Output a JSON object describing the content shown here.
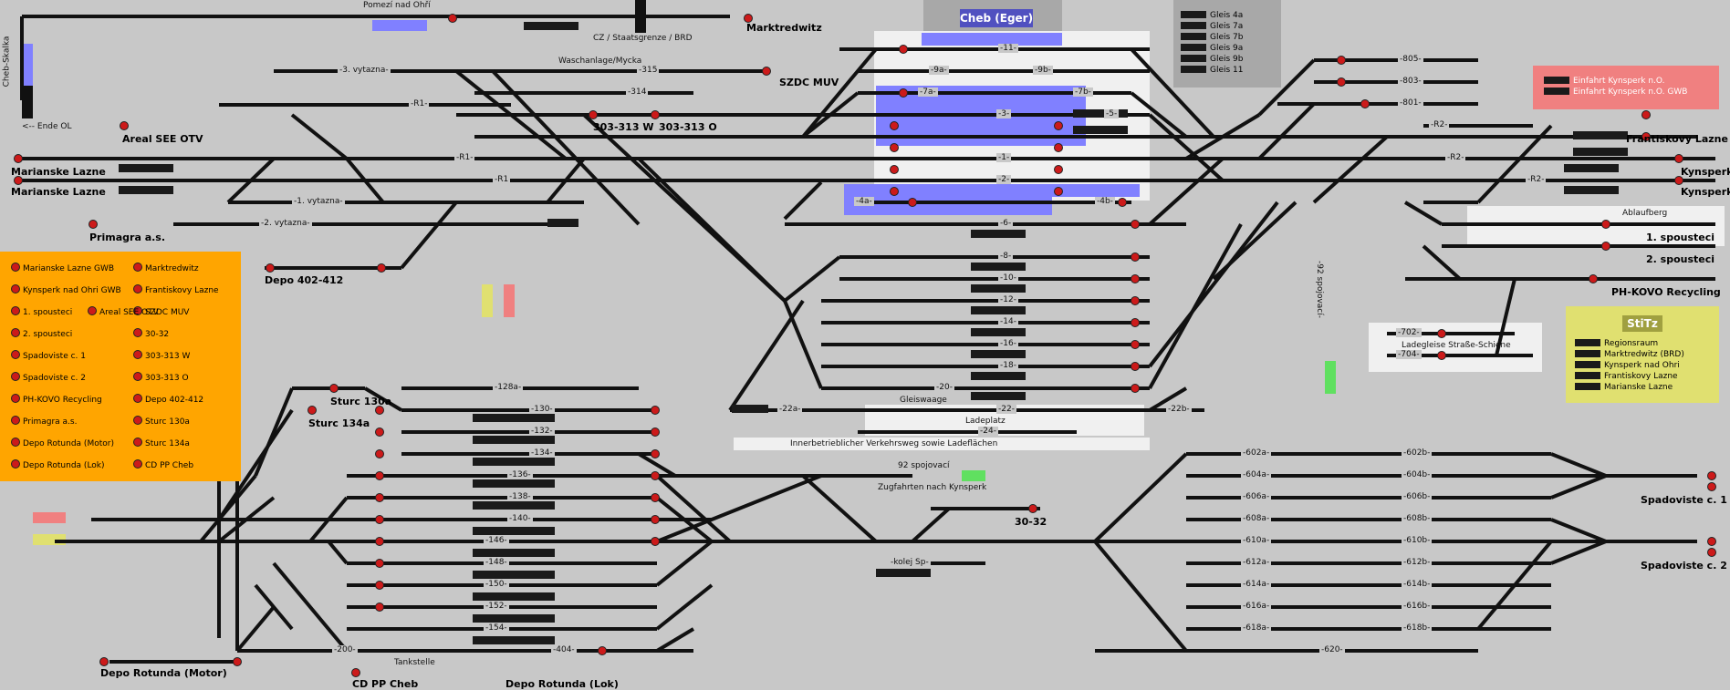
{
  "colors": {
    "background": "#c8c8c8",
    "track": "#111111",
    "signal_red": "#cc1a1a",
    "signal_green": "#1aa01a",
    "occupied": "#8080ff",
    "legend_orange": "#ffa500",
    "stitz_yellow": "#e0e070",
    "exit_pink": "#f08080",
    "route_green": "#60e060"
  },
  "station": {
    "title": "Cheb (Eger)"
  },
  "notes": {
    "border": "CZ / Staatsgrenze / BRD",
    "end": "<-- Ende OL",
    "cheb_skalka": "Cheb-Skalka",
    "wash": "Waschanlage/Mycka",
    "ablaufberg": "Ablaufberg",
    "ladegleise": "Ladegleise Straße-Schiene",
    "gleiswaage": "Gleiswaage",
    "ladeplatz": "Ladeplatz",
    "verkehrsweg": "Innerbetrieblicher Verkehrsweg sowie Ladeflächen",
    "spojovaci92": "92 spojovací",
    "zugfahrten": "Zugfahrten nach Kynsperk",
    "tankstelle": "Tankstelle",
    "spojovaci92v": "-92 spojovací-"
  },
  "destinations": {
    "pomezi": "Pomezí nad Ohří",
    "marktredwitz": "Marktredwitz",
    "szdc_muv": "SZDC MUV",
    "areal": "Areal SEE OTV",
    "ml1": "Marianske Lazne",
    "ml2": "Marianske Lazne",
    "primagra": "Primagra a.s.",
    "depo402": "Depo 402-412",
    "w303": "303-313 W",
    "o303": "303-313 O",
    "frant": "Frantiskovy Lazne",
    "kyn1": "Kynsperk",
    "kyn2": "Kynsperk",
    "spou1": "1. spousteci",
    "spou2": "2. spousteci",
    "phkovo": "PH-KOVO Recycling",
    "sturc130": "Sturc 130a",
    "sturc134": "Sturc 134a",
    "s3032": "30-32",
    "spad1": "Spadoviste c. 1",
    "spad2": "Spadoviste c. 2",
    "motor": "Depo Rotunda (Motor)",
    "cdpp": "CD PP Cheb",
    "lok": "Depo Rotunda (Lok)"
  },
  "track_labels": [
    "-3. vytazna-",
    "-315",
    "-314",
    "-R1-",
    "-R1-",
    "-R1",
    "-1. vytazna-",
    "-2. vytazna-",
    "-11-",
    "-9a-",
    "-9b-",
    "-7a-",
    "-7b-",
    "-5-",
    "-3-",
    "-1-",
    "-2-",
    "-4a-",
    "-4b-",
    "-6-",
    "-8-",
    "-10-",
    "-12-",
    "-14-",
    "-16-",
    "-18-",
    "-20-",
    "-22-",
    "-22a-",
    "-22b-",
    "-24-",
    "-805-",
    "-803-",
    "-801-",
    "-R2-",
    "-R2-",
    "-R2-",
    "-702-",
    "-704-",
    "-128a-",
    "-130-",
    "-132-",
    "-134-",
    "-136-",
    "-138-",
    "-140-",
    "-146-",
    "-148-",
    "-150-",
    "-152-",
    "-154-",
    "-200-",
    "-404-",
    "-kolej Sp-",
    "-602a-",
    "-602b-",
    "-604a-",
    "-604b-",
    "-606a-",
    "-606b-",
    "-608a-",
    "-608b-",
    "-610a-",
    "-610b-",
    "-612a-",
    "-612b-",
    "-614a-",
    "-614b-",
    "-616a-",
    "-616b-",
    "-618a-",
    "-618b-",
    "-620-"
  ],
  "platform_legend": {
    "items": [
      "Gleis 4a",
      "Gleis 7a",
      "Gleis 7b",
      "Gleis 9a",
      "Gleis 9b",
      "Gleis 11"
    ]
  },
  "exit_legend": {
    "items": [
      "Einfahrt Kynsperk n.O.",
      "Einfahrt Kynsperk n.O. GWB"
    ]
  },
  "orange_legend": {
    "left": [
      "Marianske Lazne GWB",
      "Kynsperk nad Ohri GWB",
      "1. spousteci",
      "2. spousteci",
      "Spadoviste c. 1",
      "Spadoviste c. 2",
      "PH-KOVO Recycling",
      "Primagra a.s.",
      "Depo Rotunda (Motor)",
      "Depo Rotunda (Lok)"
    ],
    "right": [
      "Marktredwitz",
      "Frantiskovy Lazne",
      "SZDC MUV",
      "30-32",
      "303-313 W",
      "303-313 O",
      "Depo 402-412",
      "Sturc 130a",
      "Sturc 134a",
      "CD PP Cheb"
    ],
    "mid": [
      "Areal SEE OTV"
    ]
  },
  "stitz": {
    "title": "StiTz",
    "items": [
      "Regionsraum",
      "Marktredwitz (BRD)",
      "Kynsperk nad Ohri",
      "Frantiskovy Lazne",
      "Marianske Lazne"
    ]
  }
}
